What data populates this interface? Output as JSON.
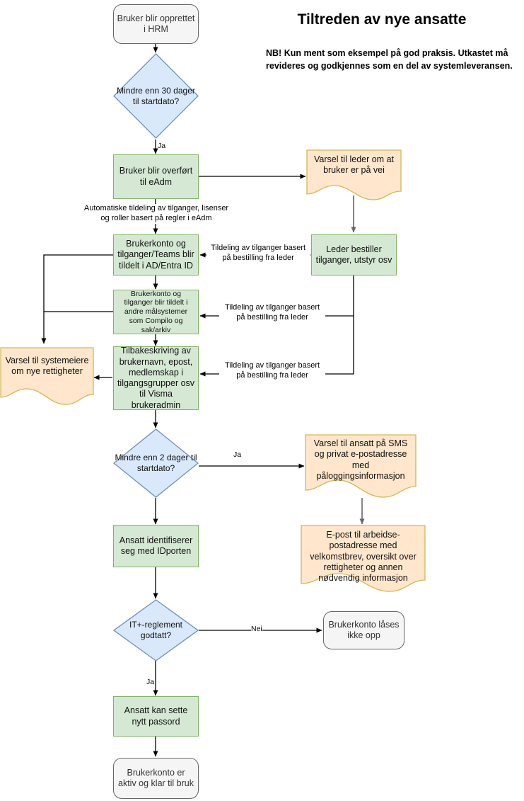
{
  "header": {
    "title": "Tiltreden av nye ansatte",
    "subtitle": "NB! Kun ment som eksempel på god praksis. Utkastet må revideres og godkjennes som en del av systemleveransen."
  },
  "colors": {
    "process_fill": "#d5e8d4",
    "process_stroke": "#82b366",
    "decision_fill": "#dae8fc",
    "decision_stroke": "#6c8ebf",
    "note_fill": "#ffe6cc",
    "note_stroke": "#d6b656",
    "terminator_fill": "#f5f5f5",
    "terminator_stroke": "#666666",
    "edge_stroke": "#000000",
    "edge_stroke_gray": "#666666"
  },
  "nodes": [
    {
      "id": "start",
      "type": "terminator",
      "label": "Bruker blir opprettet i HRM"
    },
    {
      "id": "d30",
      "type": "decision",
      "label": "Mindre enn 30 dager til startdato?"
    },
    {
      "id": "eadm",
      "type": "process",
      "label": "Bruker blir overført til eAdm"
    },
    {
      "id": "varsel_leder",
      "type": "note",
      "label": "Varsel til leder om at bruker er på vei"
    },
    {
      "id": "ad_entra",
      "type": "process",
      "label": "Brukerkonto og tilganger/Teams blir tildelt i AD/Entra ID"
    },
    {
      "id": "leder_best",
      "type": "process",
      "label": "Leder bestiller tilganger, utstyr osv"
    },
    {
      "id": "andre_mal",
      "type": "process",
      "label": "Brukerkonto og tilganger blir tildelt i andre målsystemer som Compilo og sak/arkiv"
    },
    {
      "id": "varsel_sys",
      "type": "note",
      "label": "Varsel til systemeiere om nye rettigheter"
    },
    {
      "id": "tilbakeskriv",
      "type": "process",
      "label": "Tilbakeskriving av brukernavn, epost, medlemskap i tilgangsgrupper osv til Visma brukeradmin"
    },
    {
      "id": "d2",
      "type": "decision",
      "label": "Mindre enn 2 dager til startdato?"
    },
    {
      "id": "varsel_sms",
      "type": "note",
      "label": "Varsel til ansatt på SMS og privat e-postadresse med påloggingsinformasjon"
    },
    {
      "id": "epost_arb",
      "type": "note",
      "label": "E-post til arbeidse-postadresse med velkomstbrev, oversikt over rettigheter og annen nødvendig informasjon"
    },
    {
      "id": "idporten",
      "type": "process",
      "label": "Ansatt identifiserer seg med IDporten"
    },
    {
      "id": "it_regl",
      "type": "decision",
      "label": "IT+-reglement godtatt?"
    },
    {
      "id": "laast",
      "type": "terminator",
      "label": "Brukerkonto låses ikke opp"
    },
    {
      "id": "nytt_passord",
      "type": "process",
      "label": "Ansatt kan sette nytt passord"
    },
    {
      "id": "aktiv",
      "type": "terminator",
      "label": "Brukerkonto er aktiv og klar til bruk"
    }
  ],
  "edge_labels": [
    {
      "id": "ja_30",
      "text": "Ja"
    },
    {
      "id": "auto_rules",
      "text": "Automatiske tildeling av tilganger, lisenser\nog roller basert på regler i eAdm"
    },
    {
      "id": "tild_1",
      "text": "Tildeling av tilganger basert\npå bestilling fra leder"
    },
    {
      "id": "tild_2",
      "text": "Tildeling av tilganger basert\npå bestilling fra leder"
    },
    {
      "id": "tild_3",
      "text": "Tildeling av tilganger basert\npå bestilling fra leder"
    },
    {
      "id": "ja_2",
      "text": "Ja"
    },
    {
      "id": "nei_regl",
      "text": "Nei"
    },
    {
      "id": "ja_regl",
      "text": "Ja"
    }
  ]
}
